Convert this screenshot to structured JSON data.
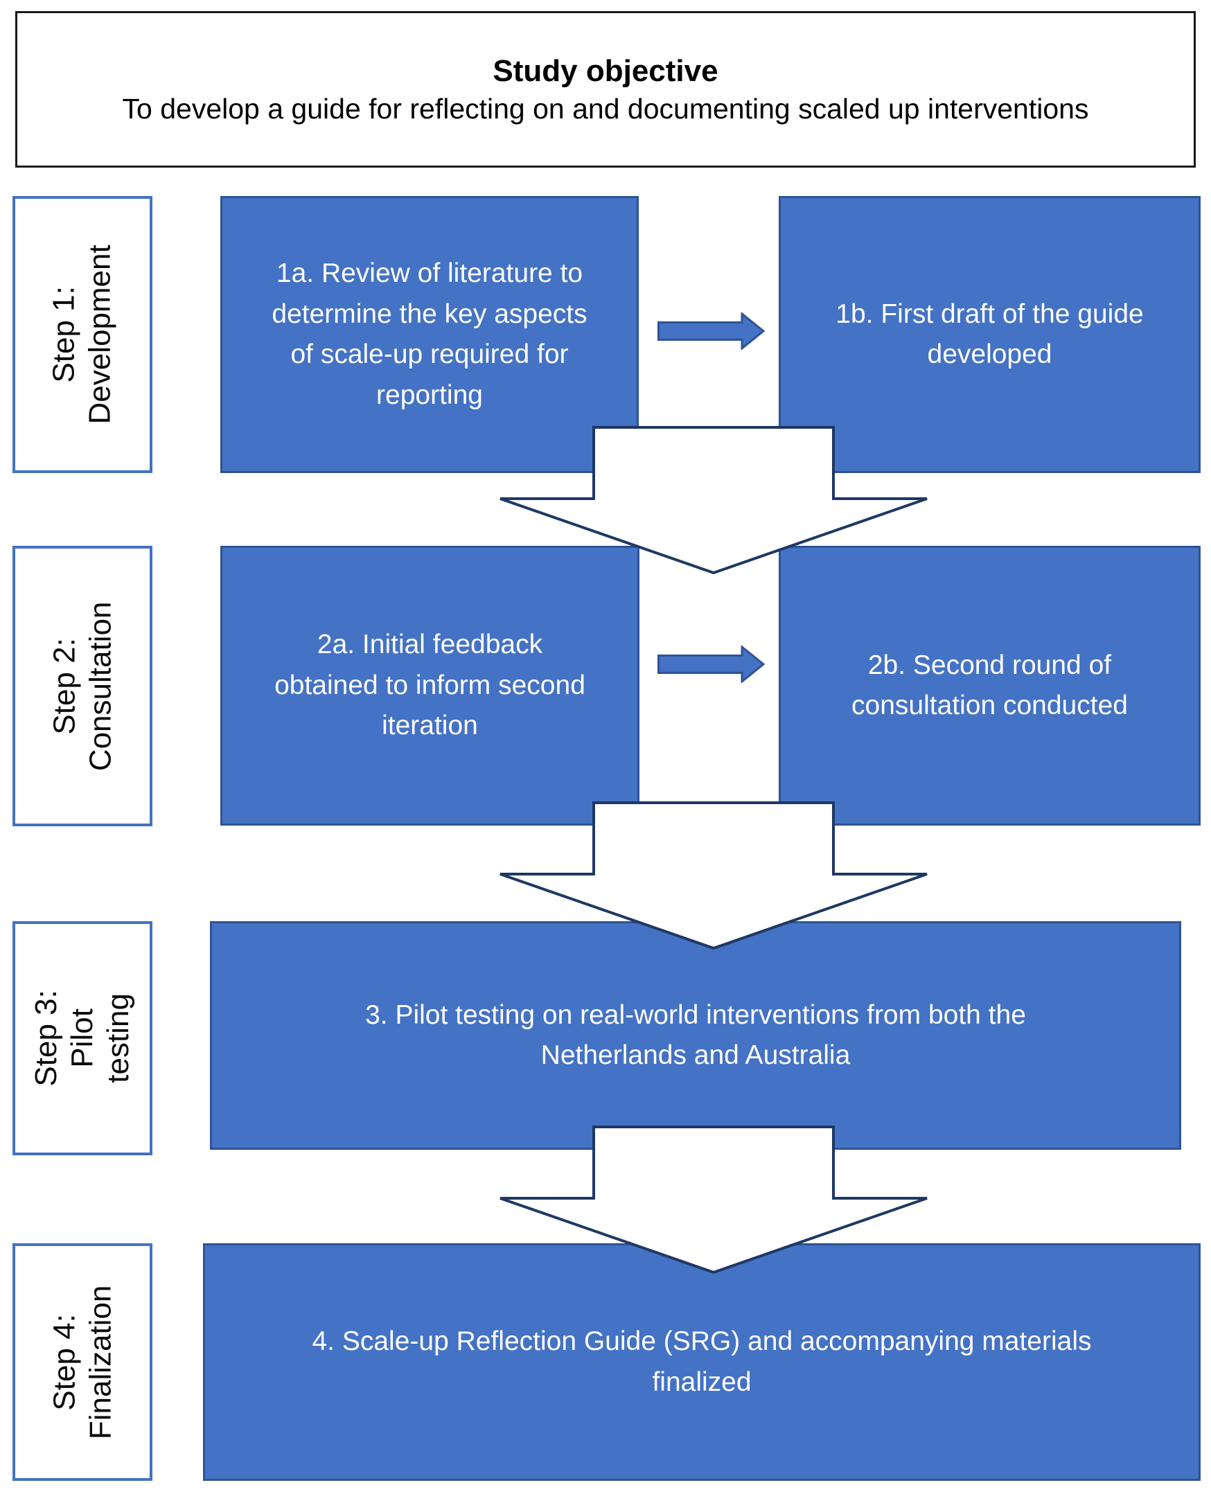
{
  "colors": {
    "box-fill": "#4472C4",
    "box-border": "#2E5395",
    "label-border": "#4472C4",
    "big-arrow-fill": "#FFFFFF",
    "big-arrow-outline": "#1F3864",
    "small-arrow-fill": "#4472C4",
    "small-arrow-outline": "#2E5395"
  },
  "title": {
    "heading": "Study objective",
    "subtitle": "To develop a guide for reflecting on and documenting scaled up interventions"
  },
  "steps": [
    {
      "label": "Step 1:\nDevelopment",
      "boxes": [
        {
          "id": "1a",
          "text": "1a. Review of literature to\ndetermine the key aspects\nof scale-up required for\nreporting"
        },
        {
          "id": "1b",
          "text": "1b. First draft of the guide\ndeveloped"
        }
      ]
    },
    {
      "label": "Step 2:\nConsultation",
      "boxes": [
        {
          "id": "2a",
          "text": "2a. Initial feedback\nobtained to inform second\niteration"
        },
        {
          "id": "2b",
          "text": "2b. Second round of\nconsultation conducted"
        }
      ]
    },
    {
      "label": "Step 3:\nPilot testing",
      "boxes": [
        {
          "id": "3",
          "text": "3. Pilot testing on real-world interventions from both the\nNetherlands and Australia"
        }
      ]
    },
    {
      "label": "Step 4:\nFinalization",
      "boxes": [
        {
          "id": "4",
          "text": "4. Scale-up Reflection Guide (SRG) and accompanying materials\nfinalized"
        }
      ]
    }
  ]
}
